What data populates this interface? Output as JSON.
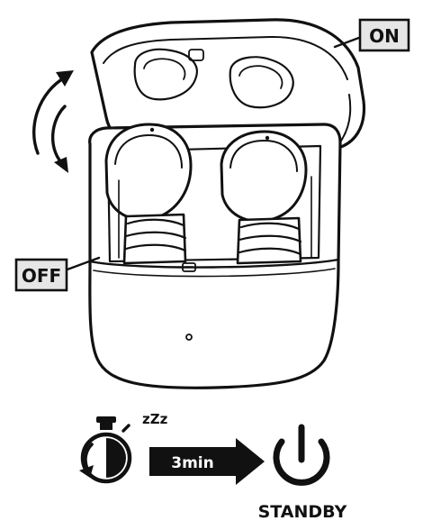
{
  "labels": {
    "on": "ON",
    "off": "OFF"
  },
  "standby": {
    "sleep_text": "zZz",
    "duration": "3min",
    "caption": "STANDBY"
  },
  "icons": [
    "rotate-arrows-icon",
    "stopwatch-icon",
    "power-icon"
  ],
  "colors": {
    "ink": "#111111",
    "label_fill": "#e6e6e6",
    "arrow_fill": "#111111"
  }
}
